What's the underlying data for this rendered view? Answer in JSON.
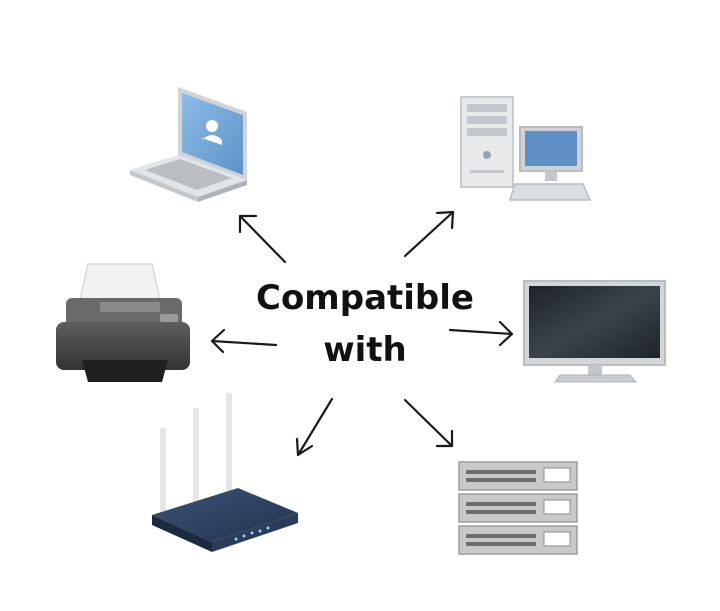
{
  "center": {
    "line1": "Compatible",
    "line2": "with"
  },
  "devices": [
    {
      "id": "laptop",
      "icon": "laptop-icon"
    },
    {
      "id": "desktop",
      "icon": "desktop-computer-icon"
    },
    {
      "id": "printer",
      "icon": "printer-icon"
    },
    {
      "id": "monitor",
      "icon": "monitor-icon"
    },
    {
      "id": "router",
      "icon": "router-icon"
    },
    {
      "id": "server",
      "icon": "server-rack-icon"
    }
  ],
  "colors": {
    "arrow": "#1a1a1a",
    "text": "#111111",
    "laptop_screen": "#6fa6d8",
    "router_body": "#2c4160",
    "printer_body": "#4a4a4a",
    "server_body": "#c7c7c7",
    "monitor_screen": "#2a3038"
  }
}
